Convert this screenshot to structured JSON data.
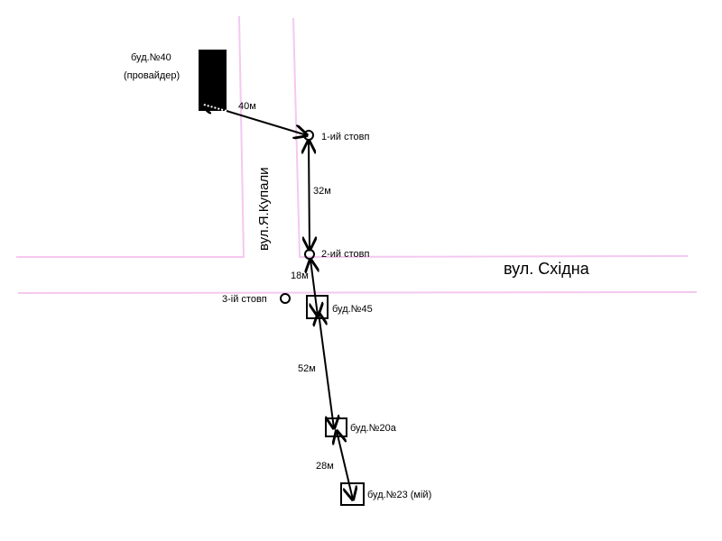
{
  "streets": {
    "kupaly": "вул.Я.Купали",
    "skhidna": "вул. Східна"
  },
  "buildings": {
    "provider_num": "буд.№40",
    "provider_note": "(провайдер)",
    "b45": "буд.№45",
    "b20a": "буд.№20а",
    "b23": "буд.№23 (мій)"
  },
  "posts": {
    "p1": "1-ий стовп",
    "p2": "2-ий стовп",
    "p3": "3-ій стовп"
  },
  "distances": {
    "d1": "40м",
    "d2": "32м",
    "d3": "18м",
    "d4": "52м",
    "d5": "28м"
  },
  "colors": {
    "road": "#f5c8f0",
    "line": "#000000"
  }
}
